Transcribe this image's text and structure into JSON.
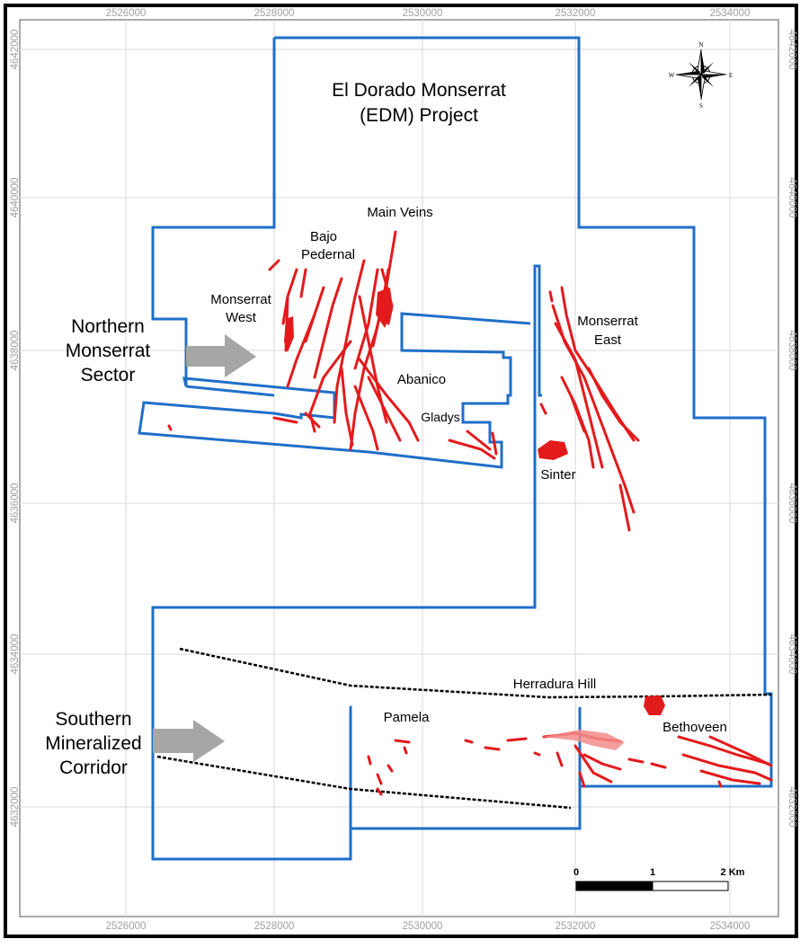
{
  "map": {
    "title_line1": "El Dorado Monserrat",
    "title_line2": "(EDM) Project",
    "x_ticks": [
      "2526000",
      "2528000",
      "2530000",
      "2532000",
      "2534000"
    ],
    "y_ticks": [
      "4642000",
      "4640000",
      "4638000",
      "4636000",
      "4634000",
      "4632000"
    ],
    "labels": {
      "main_veins": "Main Veins",
      "bajo_1": "Bajo",
      "bajo_2": "Pedernal",
      "mw_1": "Monserrat",
      "mw_2": "West",
      "me_1": "Monserrat",
      "me_2": "East",
      "abanico": "Abanico",
      "gladys": "Gladys",
      "sinter": "Sinter",
      "herradura": "Herradura Hill",
      "pamela": "Pamela",
      "bethoveen": "Bethoveen"
    },
    "sectors": {
      "north_1": "Northern",
      "north_2": "Monserrat",
      "north_3": "Sector",
      "south_1": "Southern",
      "south_2": "Mineralized",
      "south_3": "Corridor"
    },
    "scale": {
      "t0": "0",
      "t1": "1",
      "t2": "2 Km"
    },
    "compass": {
      "n": "N",
      "s": "S",
      "e": "E",
      "w": "W"
    },
    "colors": {
      "boundary": "#1f6fc9",
      "veins": "#e31a1c",
      "arrow": "#a6a6a6",
      "fault": "#000000"
    }
  }
}
